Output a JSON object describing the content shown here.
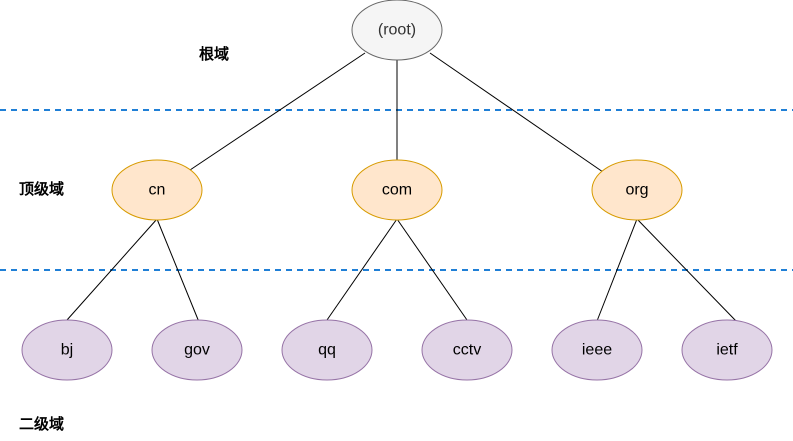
{
  "levels": {
    "root_label": "根域",
    "top_label": "顶级域",
    "second_label": "二级域"
  },
  "nodes": {
    "root": "(root)",
    "cn": "cn",
    "com": "com",
    "org": "org",
    "bj": "bj",
    "gov": "gov",
    "qq": "qq",
    "cctv": "cctv",
    "ieee": "ieee",
    "ietf": "ietf"
  },
  "colors": {
    "root_fill": "#f5f5f5",
    "root_stroke": "#666666",
    "root_text": "#333333",
    "top_fill": "#ffe6cc",
    "top_stroke": "#d79b00",
    "second_fill": "#e1d5e7",
    "second_stroke": "#9673a6",
    "separator": "#1f7fd6",
    "edge": "#000000"
  }
}
